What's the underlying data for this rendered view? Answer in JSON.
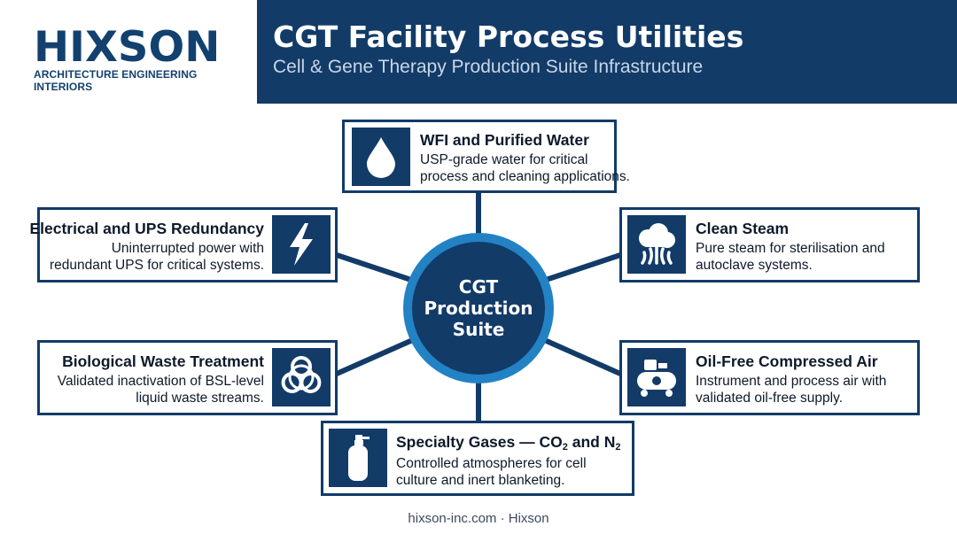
{
  "brand": {
    "name": "HIXSON",
    "tagline": "ARCHITECTURE ENGINEERING INTERIORS"
  },
  "header": {
    "title": "CGT Facility Process Utilities",
    "subtitle": "Cell & Gene Therapy Production Suite Infrastructure"
  },
  "hub": {
    "label": "CGT\nProduction\nSuite"
  },
  "utilities": {
    "wfi": {
      "title": "WFI and Purified Water",
      "desc_line1": "USP-grade water for critical",
      "desc_line2": "process and cleaning applications.",
      "icon": "water-drop-icon"
    },
    "electrical": {
      "title": "Electrical and UPS Redundancy",
      "desc_line1": "Uninterrupted power with",
      "desc_line2": "redundant UPS for critical systems.",
      "icon": "lightning-bolt-icon"
    },
    "steam": {
      "title": "Clean Steam",
      "desc_line1": "Pure steam for sterilisation and",
      "desc_line2": "autoclave systems.",
      "icon": "steam-cloud-icon"
    },
    "waste": {
      "title": "Biological Waste Treatment",
      "desc_line1": "Validated inactivation of BSL-level",
      "desc_line2": "liquid waste streams.",
      "icon": "biohazard-icon"
    },
    "air": {
      "title": "Oil-Free Compressed Air",
      "desc_line1": "Instrument and process air with",
      "desc_line2": "validated oil-free supply.",
      "icon": "air-compressor-icon"
    },
    "gases": {
      "title_prefix": "Specialty Gases — CO",
      "title_sub1": "2",
      "title_mid": " and N",
      "title_sub2": "2",
      "desc_line1": "Controlled atmospheres for cell",
      "desc_line2": "culture and inert blanketing.",
      "icon": "gas-cylinder-icon"
    }
  },
  "footer": {
    "text": "hixson-inc.com · Hixson"
  },
  "colors": {
    "navy": "#123b68",
    "accent_blue": "#2282c4",
    "white": "#ffffff"
  }
}
